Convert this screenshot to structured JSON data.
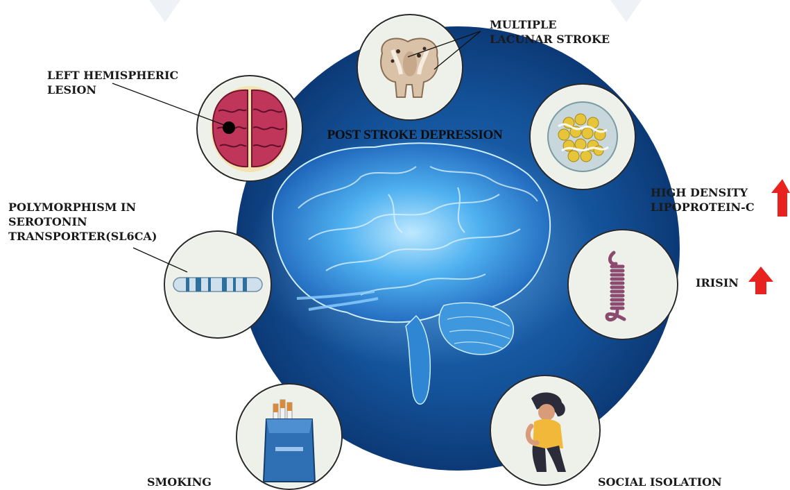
{
  "title": "POST STROKE DEPRESSION",
  "factors": {
    "lacunar": "MULTIPLE\nLACUNAR STROKE",
    "left_lesion": "LEFT HEMISPHERIC\nLESION",
    "hdl": "HIGH DENSITY\nLIPOPROTEIN-C",
    "polymorphism": "POLYMORPHISM IN\nSEROTONIN\nTRANSPORTER(SL6CA)",
    "irisin": "IRISIN",
    "smoking": "SMOKING",
    "social": "SOCIAL ISOLATION"
  },
  "icons": {
    "lacunar": "brain-coronal-section-icon",
    "left_lesion": "brain-lesion-icon",
    "hdl": "lipoprotein-particle-icon",
    "polymorphism": "chromosome-icon",
    "irisin": "protein-helix-icon",
    "smoking": "cigarette-pack-icon",
    "social": "isolated-person-icon",
    "increase": "red-up-arrow-icon"
  },
  "colors": {
    "circle": "#14539a",
    "arrow": "#e8231f",
    "node_bg": "#eef1ea"
  }
}
